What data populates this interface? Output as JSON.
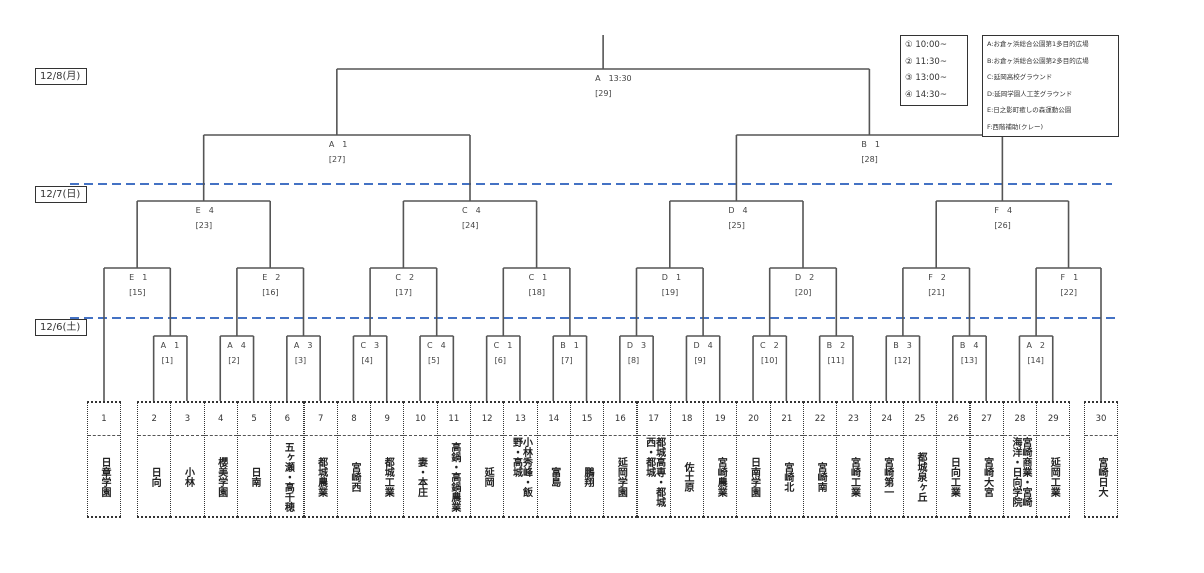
{
  "dates": [
    {
      "label": "12/8(月)"
    },
    {
      "label": "12/7(日)"
    },
    {
      "label": "12/6(土)"
    }
  ],
  "time_legend": [
    "① 10:00~",
    "② 11:30~",
    "③ 13:00~",
    "④ 14:30~"
  ],
  "venue_legend": [
    "A:お倉ヶ浜総合公園第1多目的広場",
    "B:お倉ヶ浜総合公園第2多目的広場",
    "C:延岡高校グラウンド",
    "D:延岡学園人工芝グラウンド",
    "E:日之影町癒しの森運動公園",
    "F:西階補助(クレー)"
  ],
  "teams": [
    {
      "num": "1",
      "name": "日章学園"
    },
    {
      "num": "2",
      "name": "日向"
    },
    {
      "num": "3",
      "name": "小林"
    },
    {
      "num": "4",
      "name": "櫻美学園"
    },
    {
      "num": "5",
      "name": "日南"
    },
    {
      "num": "6",
      "name": "五ヶ瀬・高千穂"
    },
    {
      "num": "7",
      "name": "都城農業"
    },
    {
      "num": "8",
      "name": "宮崎西"
    },
    {
      "num": "9",
      "name": "都城工業"
    },
    {
      "num": "10",
      "name": "妻・本庄"
    },
    {
      "num": "11",
      "name": "高鍋・高鍋農業"
    },
    {
      "num": "12",
      "name": "延岡"
    },
    {
      "num": "13",
      "name": "小林秀峰・飯野・高城"
    },
    {
      "num": "14",
      "name": "富島"
    },
    {
      "num": "15",
      "name": "鵬翔"
    },
    {
      "num": "16",
      "name": "延岡学園"
    },
    {
      "num": "17",
      "name": "都城高専・都城西・都城"
    },
    {
      "num": "18",
      "name": "佐土原"
    },
    {
      "num": "19",
      "name": "宮崎農業"
    },
    {
      "num": "20",
      "name": "日南学園"
    },
    {
      "num": "21",
      "name": "宮崎北"
    },
    {
      "num": "22",
      "name": "宮崎南"
    },
    {
      "num": "23",
      "name": "宮崎工業"
    },
    {
      "num": "24",
      "name": "宮崎第一"
    },
    {
      "num": "25",
      "name": "都城泉ヶ丘"
    },
    {
      "num": "26",
      "name": "日向工業"
    },
    {
      "num": "27",
      "name": "宮崎大宮"
    },
    {
      "num": "28",
      "name": "宮崎商業・宮崎海洋・日向学院"
    },
    {
      "num": "29",
      "name": "延岡工業"
    },
    {
      "num": "30",
      "name": "宮崎日大"
    }
  ],
  "matches": [
    {
      "id": "1",
      "slot": "A　1",
      "label": "[1]"
    },
    {
      "id": "2",
      "slot": "A　4",
      "label": "[2]"
    },
    {
      "id": "3",
      "slot": "A　3",
      "label": "[3]"
    },
    {
      "id": "4",
      "slot": "C　3",
      "label": "[4]"
    },
    {
      "id": "5",
      "slot": "C　4",
      "label": "[5]"
    },
    {
      "id": "6",
      "slot": "C　1",
      "label": "[6]"
    },
    {
      "id": "7",
      "slot": "B　1",
      "label": "[7]"
    },
    {
      "id": "8",
      "slot": "D　3",
      "label": "[8]"
    },
    {
      "id": "9",
      "slot": "D　4",
      "label": "[9]"
    },
    {
      "id": "10",
      "slot": "C　2",
      "label": "[10]"
    },
    {
      "id": "11",
      "slot": "B　2",
      "label": "[11]"
    },
    {
      "id": "12",
      "slot": "B　3",
      "label": "[12]"
    },
    {
      "id": "13",
      "slot": "B　4",
      "label": "[13]"
    },
    {
      "id": "14",
      "slot": "A　2",
      "label": "[14]"
    },
    {
      "id": "15",
      "slot": "E　1",
      "label": "[15]"
    },
    {
      "id": "16",
      "slot": "E　2",
      "label": "[16]"
    },
    {
      "id": "17",
      "slot": "C　2",
      "label": "[17]"
    },
    {
      "id": "18",
      "slot": "C　1",
      "label": "[18]"
    },
    {
      "id": "19",
      "slot": "D　1",
      "label": "[19]"
    },
    {
      "id": "20",
      "slot": "D　2",
      "label": "[20]"
    },
    {
      "id": "21",
      "slot": "F　2",
      "label": "[21]"
    },
    {
      "id": "22",
      "slot": "F　1",
      "label": "[22]"
    },
    {
      "id": "23",
      "slot": "E　4",
      "label": "[23]"
    },
    {
      "id": "24",
      "slot": "C　4",
      "label": "[24]"
    },
    {
      "id": "25",
      "slot": "D　4",
      "label": "[25]"
    },
    {
      "id": "26",
      "slot": "F　4",
      "label": "[26]"
    },
    {
      "id": "27",
      "slot": "A　1",
      "label": "[27]"
    },
    {
      "id": "28",
      "slot": "B　1",
      "label": "[28]"
    },
    {
      "id": "29",
      "slot": "A　13:30",
      "label": "[29]"
    }
  ],
  "colors": {
    "line": "#333333",
    "date_divider": "#4472c4"
  }
}
